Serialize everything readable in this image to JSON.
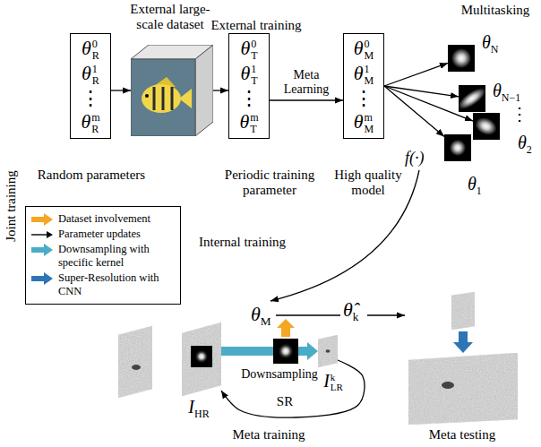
{
  "diagram": {
    "nodes": [
      {
        "text": [
          "θR0",
          "θR1",
          "⋮",
          "θRm",
          "Random parameters"
        ]
      },
      {
        "text": [
          "External large-scale dataset"
        ]
      },
      {
        "text": [
          "External training",
          "θT0",
          "θT1",
          "⋮",
          "θTm",
          "Periodic training parameter"
        ]
      },
      {
        "text": [
          "θM0",
          "θM1",
          "⋮",
          "θMm",
          "High quality model"
        ]
      },
      {
        "text": [
          "θN"
        ]
      },
      {
        "text": [
          "θN−1"
        ]
      },
      {
        "text": [
          "θ2"
        ]
      },
      {
        "text": [
          "θ1"
        ]
      },
      {
        "text": [
          "IHR"
        ]
      },
      {
        "text": [
          "ILRk"
        ]
      }
    ],
    "edges": [
      {
        "from": 0,
        "to": 1,
        "arrow": "to"
      },
      {
        "from": 1,
        "to": 2,
        "arrow": "to"
      },
      {
        "from": 2,
        "to": 3,
        "label": "Meta Learning",
        "arrow": "to"
      },
      {
        "from": 3,
        "to": 4,
        "arrow": "to"
      },
      {
        "from": 3,
        "to": 5,
        "arrow": "to"
      },
      {
        "from": 3,
        "to": 6,
        "arrow": "to"
      },
      {
        "from": 3,
        "to": 7,
        "arrow": "to"
      },
      {
        "from": 8,
        "to": 9,
        "label": "Downsampling",
        "arrow": "to"
      },
      {
        "from": 9,
        "to": 8,
        "label": "SR",
        "arrow": "to"
      }
    ],
    "labels": [
      "Joint training",
      "Multitasking",
      "f(·)",
      "⋮",
      "Internal training",
      "θM",
      "θ̂k",
      "Meta training",
      "Meta testing"
    ],
    "legend": [
      {
        "text": "Dataset involvement",
        "color": "#f5a623"
      },
      {
        "text": "Parameter updates",
        "color": "#000000"
      },
      {
        "text": "Downsampling with specific kernel",
        "color": "#4bacc6"
      },
      {
        "text": "Super-Resolution with CNN",
        "color": "#2e75b6"
      }
    ]
  }
}
